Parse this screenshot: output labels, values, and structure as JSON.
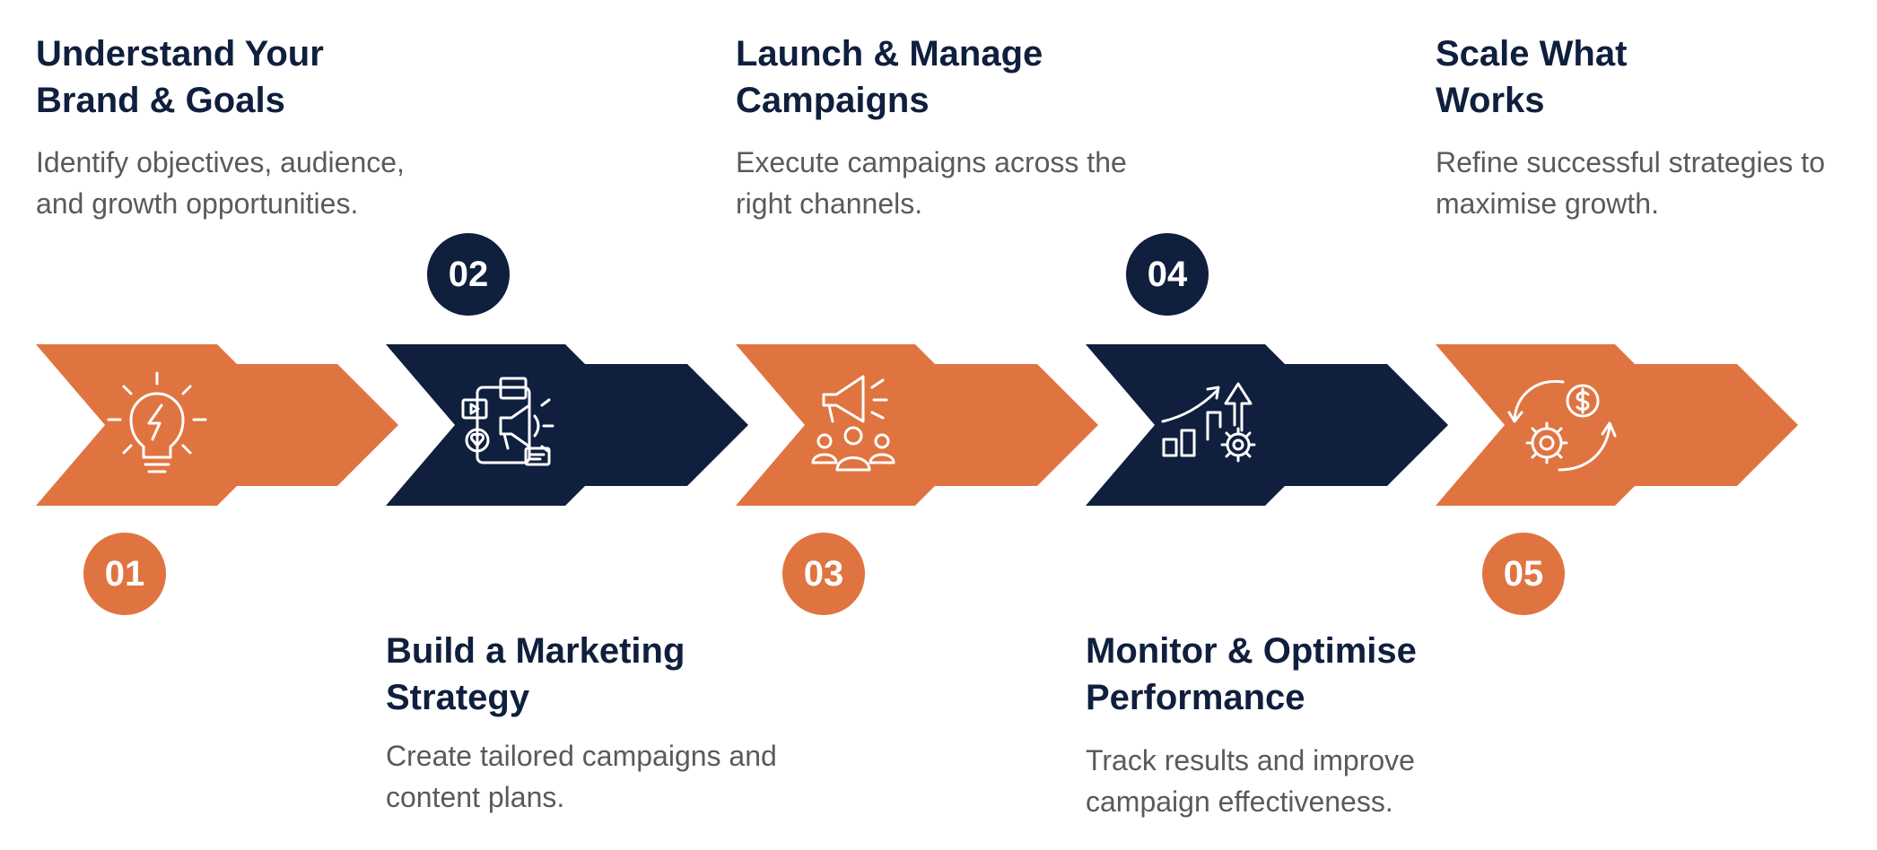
{
  "colors": {
    "orange": "#e07441",
    "navy": "#0f1f3d",
    "title": "#0f1f3d",
    "body_text": "#5a5a5a",
    "icon_stroke": "#ffffff"
  },
  "steps": [
    {
      "number": "01",
      "title_lines": [
        "Understand Your",
        "Brand & Goals"
      ],
      "desc_lines": [
        "Identify objectives, audience,",
        "and growth opportunities."
      ],
      "color": "orange",
      "icon": "lightbulb-icon"
    },
    {
      "number": "02",
      "title_lines": [
        "Build a Marketing",
        "Strategy"
      ],
      "desc_lines": [
        "Create tailored campaigns and",
        "content plans."
      ],
      "color": "navy",
      "icon": "social-media-marketing-icon"
    },
    {
      "number": "03",
      "title_lines": [
        "Launch & Manage",
        "Campaigns"
      ],
      "desc_lines": [
        "Execute campaigns across the",
        "right channels."
      ],
      "color": "orange",
      "icon": "megaphone-audience-icon"
    },
    {
      "number": "04",
      "title_lines": [
        "Monitor & Optimise",
        "Performance"
      ],
      "desc_lines": [
        "Track results and improve",
        "campaign effectiveness."
      ],
      "color": "navy",
      "icon": "growth-chart-gear-icon"
    },
    {
      "number": "05",
      "title_lines": [
        "Scale What",
        "Works"
      ],
      "desc_lines": [
        "Refine successful strategies to",
        "maximise growth."
      ],
      "color": "orange",
      "icon": "money-cycle-gear-icon"
    }
  ]
}
